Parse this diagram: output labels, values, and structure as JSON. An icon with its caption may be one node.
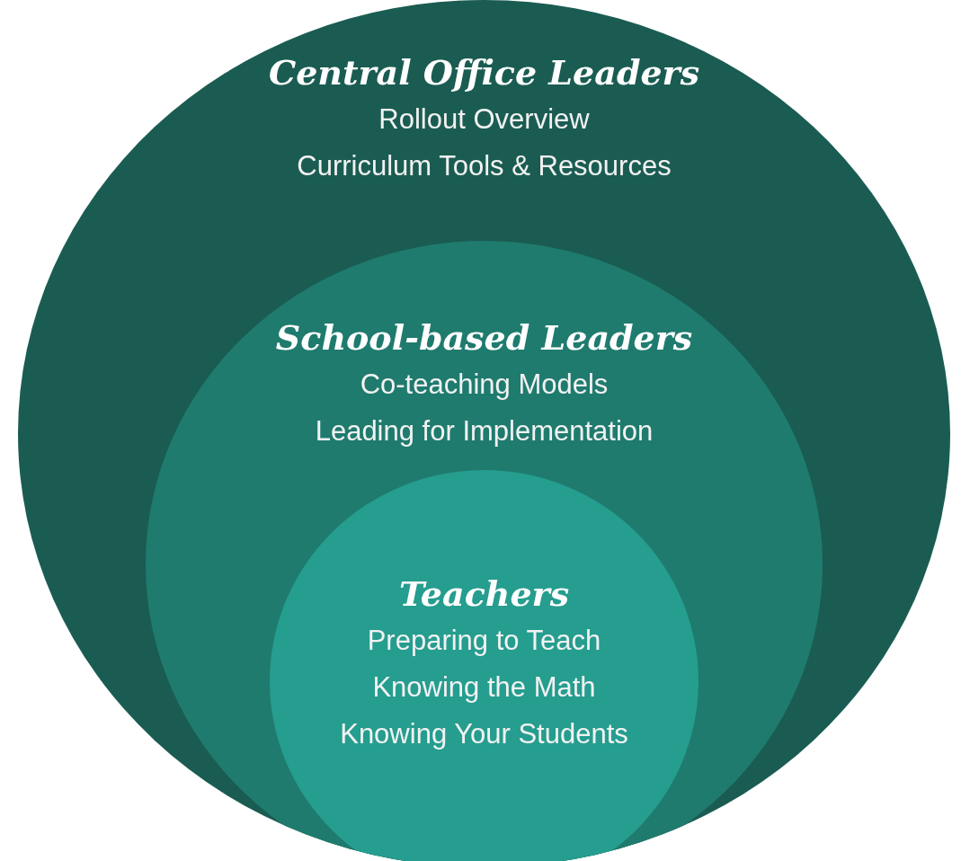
{
  "diagram": {
    "nodes": [
      {
        "text": [
          "Central Office Leaders",
          "Rollout Overview",
          "Curriculum Tools & Resources"
        ]
      },
      {
        "text": [
          "School-based Leaders",
          "Co-teaching Models",
          "Leading for Implementation"
        ],
        "in": 0
      },
      {
        "text": [
          "Teachers",
          "Preparing to Teach",
          "Knowing the Math",
          "Knowing Your Students"
        ],
        "in": 1
      }
    ]
  }
}
